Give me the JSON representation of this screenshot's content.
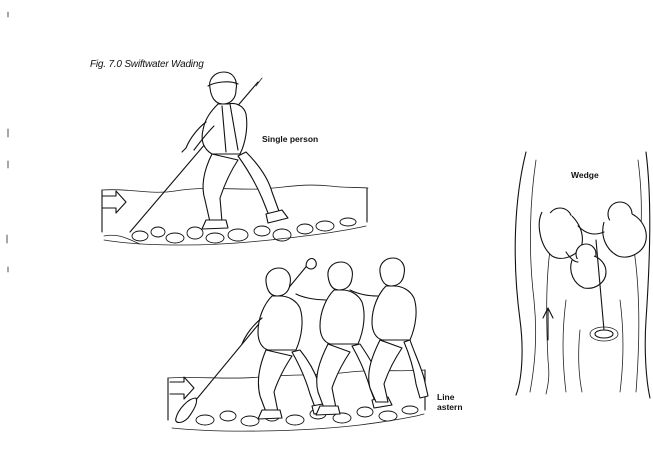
{
  "figure": {
    "title": "Fig. 7.0  Swiftwater Wading"
  },
  "panels": {
    "single": {
      "label": "Single person"
    },
    "wedge": {
      "label": "Wedge"
    },
    "line_astern": {
      "label_line1": "Line",
      "label_line2": "astern"
    }
  }
}
